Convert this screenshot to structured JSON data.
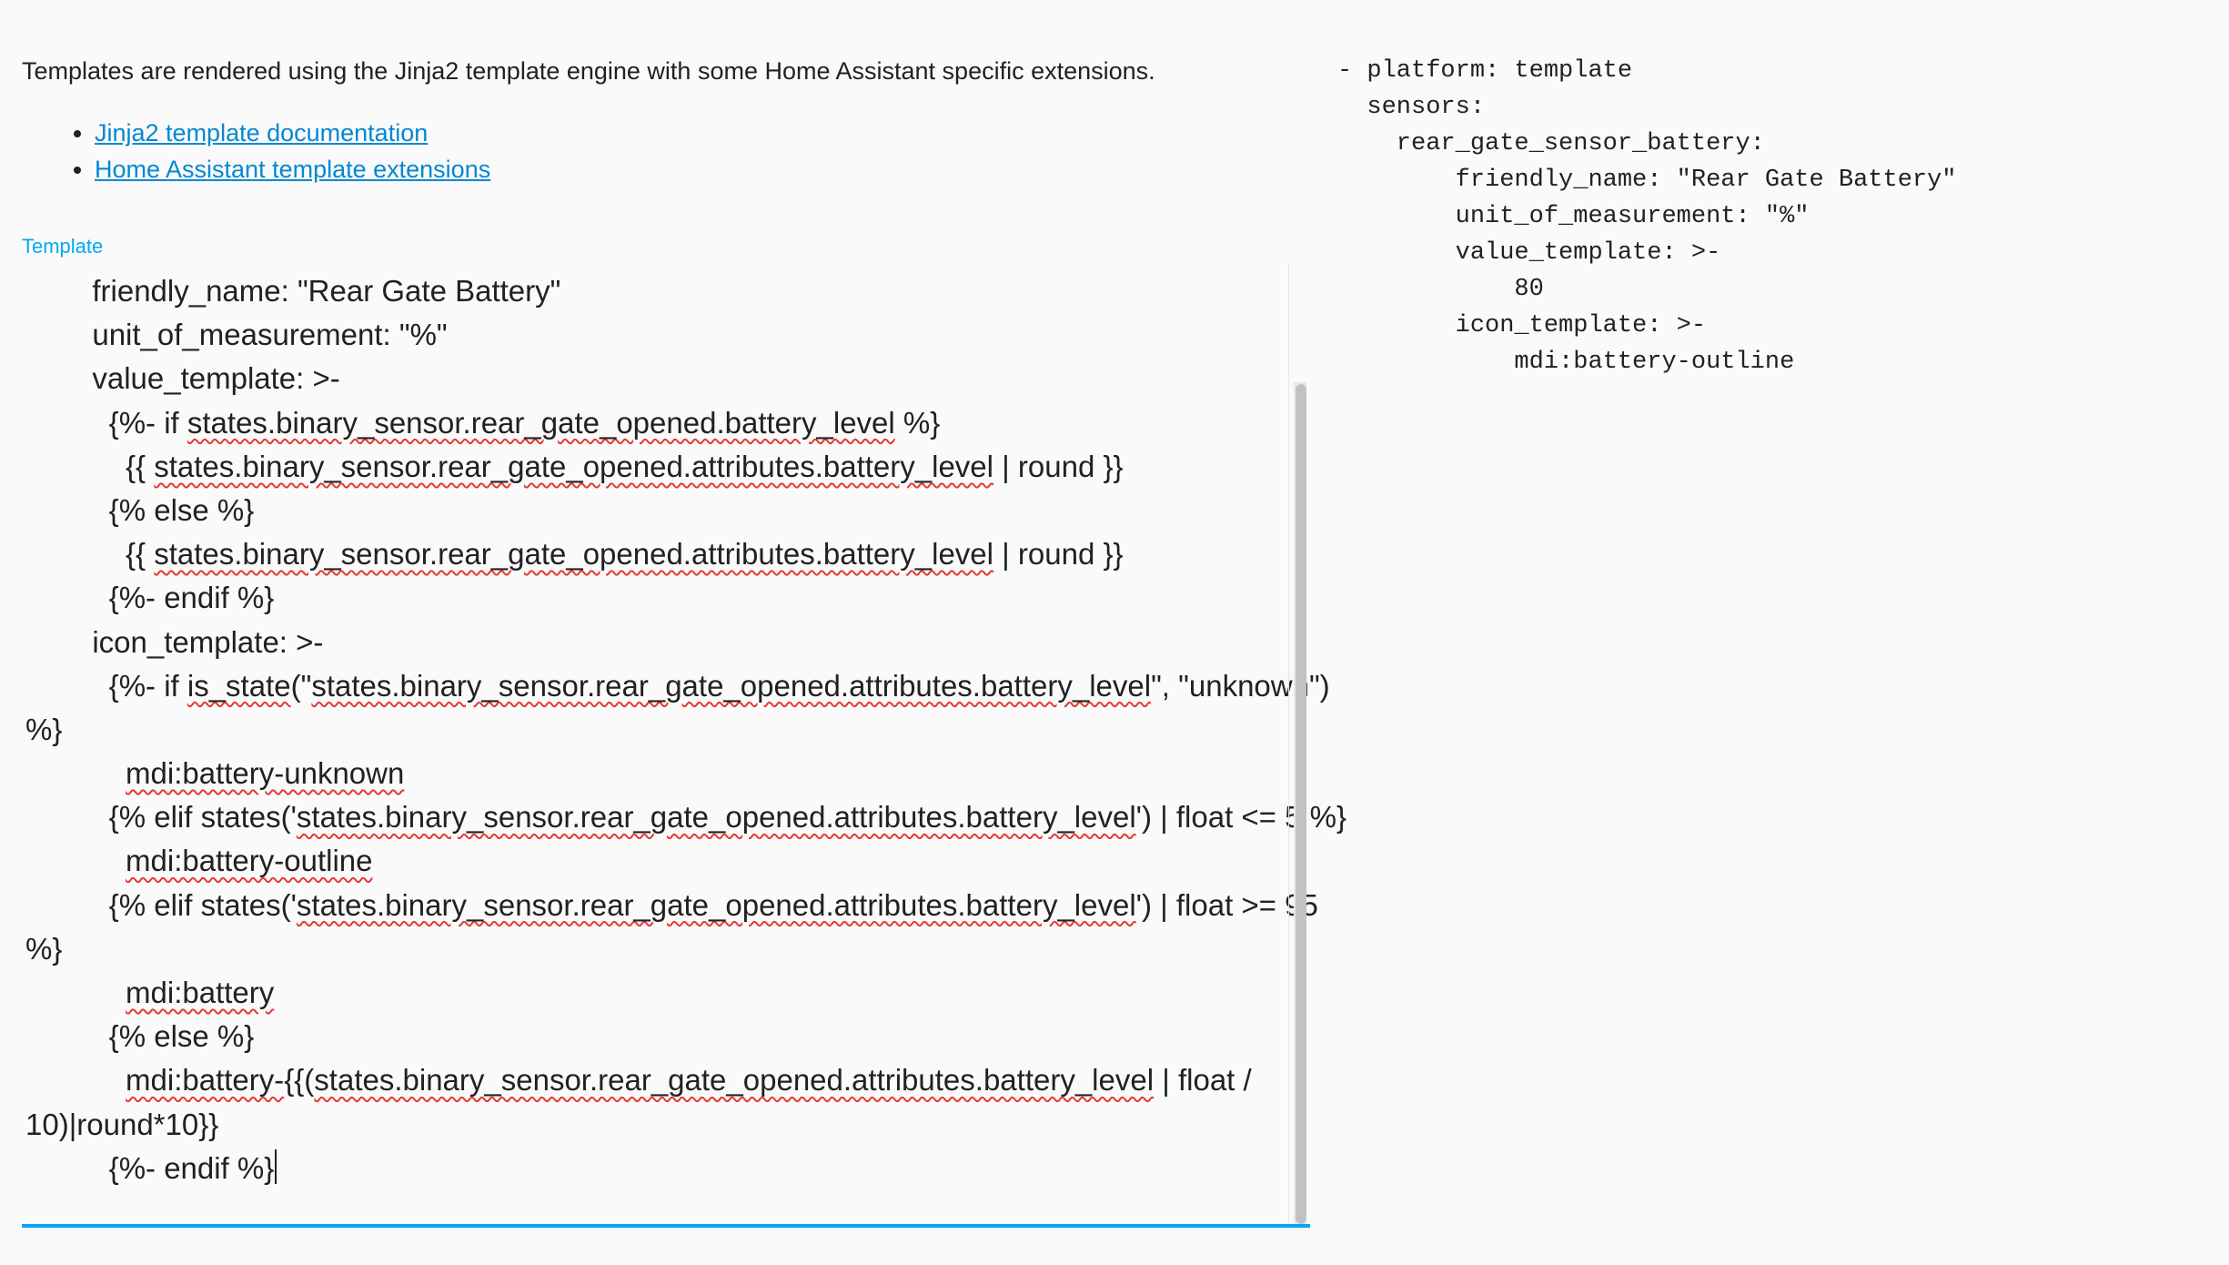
{
  "intro_text": "Templates are rendered using the Jinja2 template engine with some Home Assistant specific extensions.",
  "links": [
    {
      "label": "Jinja2 template documentation"
    },
    {
      "label": "Home Assistant template extensions"
    }
  ],
  "template_field": {
    "label": "Template",
    "lines": [
      "        friendly_name: \"Rear Gate Battery\"",
      "        unit_of_measurement: \"%\"",
      "        value_template: >-",
      "          {%- if states.binary_sensor.rear_gate_opened.battery_level %}",
      "            {{ states.binary_sensor.rear_gate_opened.attributes.battery_level | round }}",
      "          {% else %}",
      "            {{ states.binary_sensor.rear_gate_opened.attributes.battery_level | round }}",
      "          {%- endif %}",
      "        icon_template: >-",
      "          {%- if is_state(\"states.binary_sensor.rear_gate_opened.attributes.battery_level\", \"unknown\")",
      "%}",
      "            mdi:battery-unknown",
      "          {% elif states('states.binary_sensor.rear_gate_opened.attributes.battery_level') | float <= 5 %}",
      "            mdi:battery-outline",
      "          {% elif states('states.binary_sensor.rear_gate_opened.attributes.battery_level') | float >= 95",
      "%}",
      "            mdi:battery",
      "          {% else %}",
      "            mdi:battery-{{(states.binary_sensor.rear_gate_opened.attributes.battery_level | float /",
      "10)|round*10}}",
      "          {%- endif %}"
    ]
  },
  "output_lines": [
    "- platform: template",
    "  sensors:",
    "    rear_gate_sensor_battery:",
    "        friendly_name: \"Rear Gate Battery\"",
    "        unit_of_measurement: \"%\"",
    "        value_template: >-",
    "            80",
    "        icon_template: >-",
    "            mdi:battery-outline"
  ],
  "colors": {
    "accent": "#03a9f4",
    "link": "#0288d1",
    "spellcheck": "#e53935",
    "background": "#fafafa"
  }
}
